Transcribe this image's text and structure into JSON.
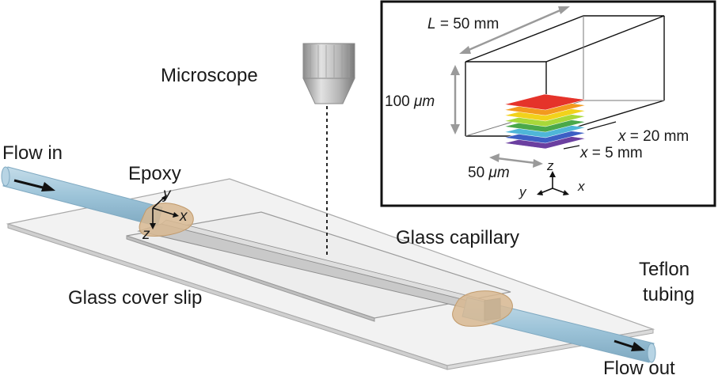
{
  "labels": {
    "microscope": "Microscope",
    "flow_in": "Flow in",
    "epoxy": "Epoxy",
    "glass_capillary": "Glass capillary",
    "glass_cover_slip": "Glass cover slip",
    "teflon_line1": "Teflon",
    "teflon_line2": "tubing",
    "flow_out": "Flow out"
  },
  "axes_main": {
    "x": "x",
    "y": "y",
    "z": "z"
  },
  "inset": {
    "length": {
      "symbol": "L",
      "value": " = 50 mm"
    },
    "height": {
      "value": "100 ",
      "unit": "μm"
    },
    "width": {
      "value": "50 ",
      "unit": "μm"
    },
    "pos_20": {
      "symbol": "x",
      "value": " = 20 mm"
    },
    "pos_5": {
      "symbol": "x",
      "value": " = 5 mm"
    },
    "axes": {
      "x": "x",
      "y": "y",
      "z": "z"
    },
    "slice_colors": [
      "#6b3fa0",
      "#3d5fc4",
      "#4fb6d8",
      "#4aa84a",
      "#a8d83a",
      "#f2d21b",
      "#f39a1e",
      "#e5332a"
    ]
  },
  "colors": {
    "tubing": "#9cc3d8",
    "epoxy": "#d8b992",
    "glass": "#ececec",
    "capillary": "#cfcfcf"
  }
}
